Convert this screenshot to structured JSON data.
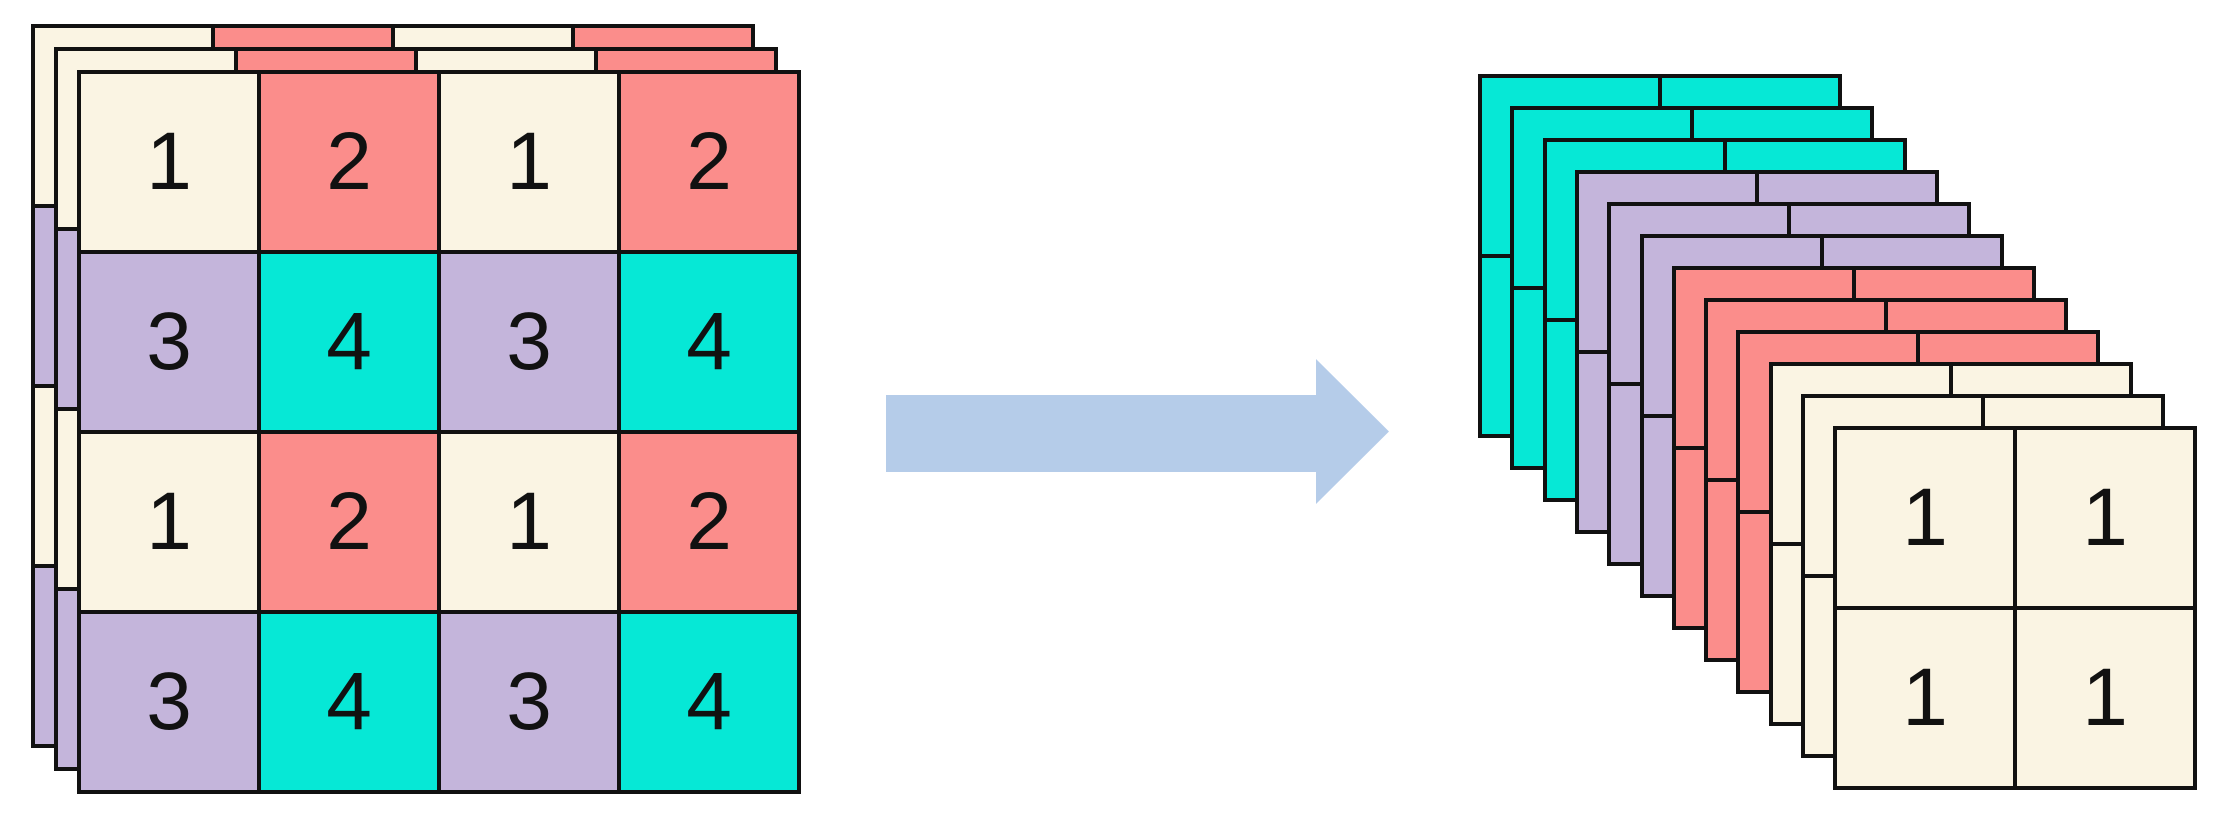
{
  "diagram": {
    "title": "pixel-shuffle-rearrangement",
    "colors": {
      "cream": "#FAF4E3",
      "salmon": "#FB8D8B",
      "purple": "#C4B5DB",
      "cyan": "#06E8D6",
      "border": "#111111",
      "text": "#111111",
      "arrow": "#B5CCE9",
      "background": "#FFFFFF"
    },
    "input_tensor": {
      "depth": 3,
      "rows": 4,
      "cols": 4,
      "value_grid": [
        [
          "1",
          "2",
          "1",
          "2"
        ],
        [
          "3",
          "4",
          "3",
          "4"
        ],
        [
          "1",
          "2",
          "1",
          "2"
        ],
        [
          "3",
          "4",
          "3",
          "4"
        ]
      ],
      "color_grid": [
        [
          "cream",
          "salmon",
          "cream",
          "salmon"
        ],
        [
          "purple",
          "cyan",
          "purple",
          "cyan"
        ],
        [
          "cream",
          "salmon",
          "cream",
          "salmon"
        ],
        [
          "purple",
          "cyan",
          "purple",
          "cyan"
        ]
      ]
    },
    "output_tensor": {
      "depth": 12,
      "rows": 2,
      "cols": 2,
      "layer_colors": [
        "cyan",
        "cyan",
        "cyan",
        "purple",
        "purple",
        "purple",
        "salmon",
        "salmon",
        "salmon",
        "cream",
        "cream",
        "cream"
      ],
      "front_value_grid": [
        [
          "1",
          "1"
        ],
        [
          "1",
          "1"
        ]
      ]
    },
    "arrow": {
      "direction": "right"
    }
  }
}
